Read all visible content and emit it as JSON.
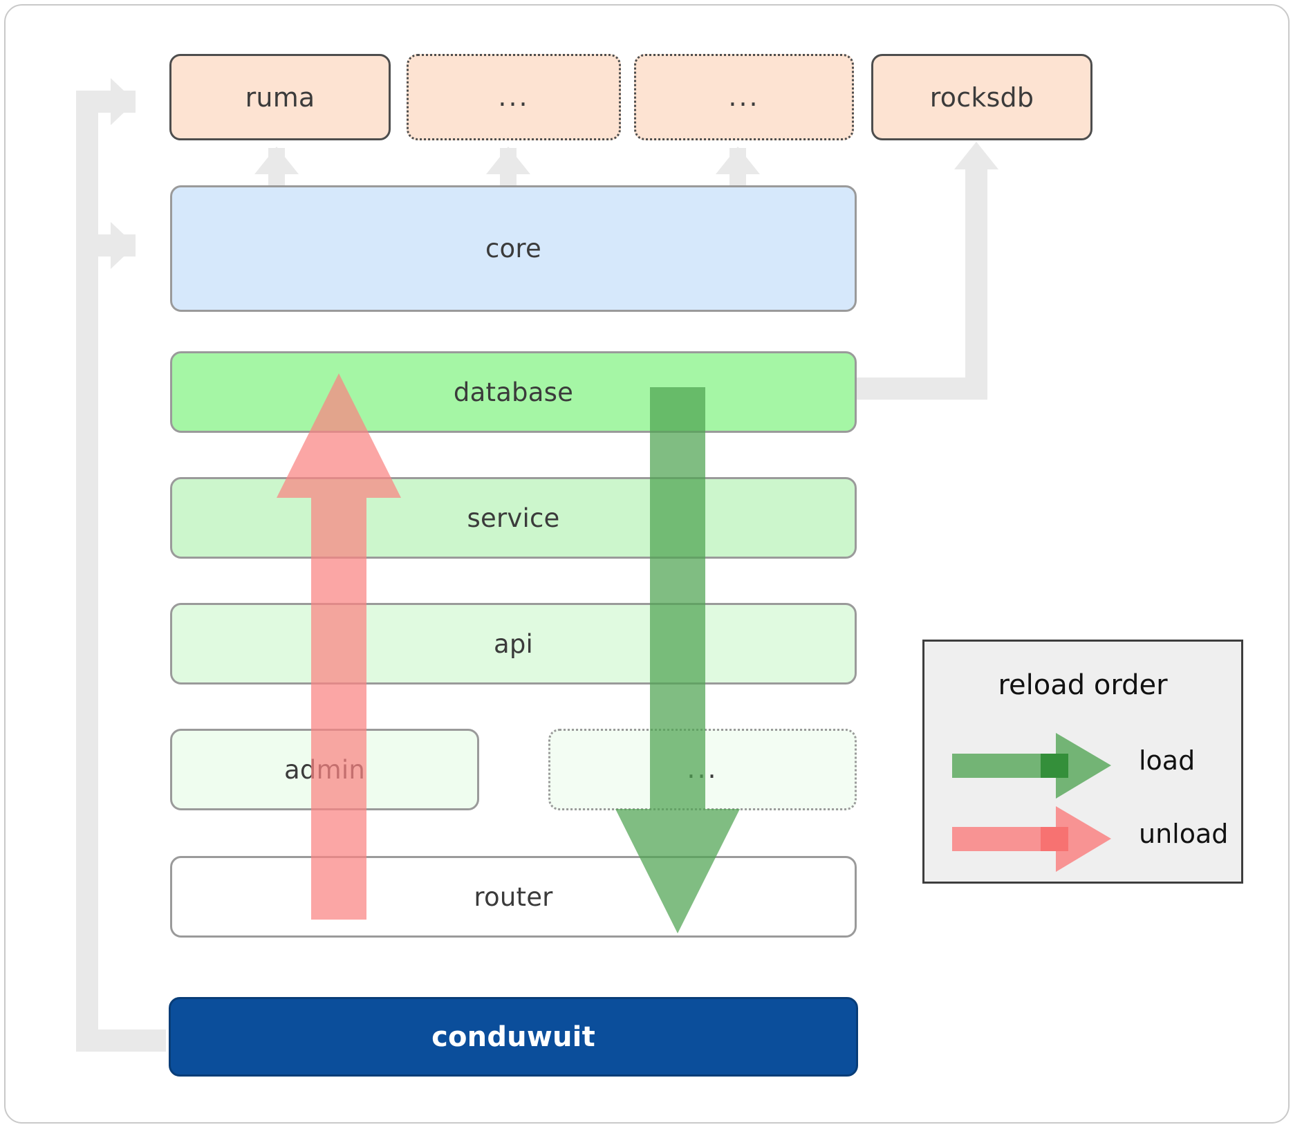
{
  "diagram": {
    "title": "conduwuit crate dependency and reload order diagram",
    "dependencies": [
      {
        "id": "ruma",
        "label": "ruma",
        "style": "solid"
      },
      {
        "id": "dep2",
        "label": "...",
        "style": "dotted"
      },
      {
        "id": "dep3",
        "label": "...",
        "style": "dotted"
      },
      {
        "id": "rocksdb",
        "label": "rocksdb",
        "style": "solid"
      }
    ],
    "layers": [
      {
        "id": "core",
        "label": "core",
        "style": "solid"
      },
      {
        "id": "database",
        "label": "database",
        "style": "solid"
      },
      {
        "id": "service",
        "label": "service",
        "style": "solid"
      },
      {
        "id": "api",
        "label": "api",
        "style": "solid"
      },
      {
        "id": "admin",
        "label": "admin",
        "style": "solid"
      },
      {
        "id": "more",
        "label": "...",
        "style": "dotted"
      },
      {
        "id": "router",
        "label": "router",
        "style": "solid"
      }
    ],
    "application": {
      "id": "conduwuit",
      "label": "conduwuit"
    },
    "legend": {
      "title": "reload order",
      "entries": [
        {
          "id": "load",
          "label": "load",
          "color": "#4fa352",
          "icon": "arrow-right-icon"
        },
        {
          "id": "unload",
          "label": "unload",
          "color": "#f98382",
          "icon": "arrow-right-icon"
        }
      ]
    },
    "flow_arrows": [
      {
        "id": "unload-arrow",
        "direction": "up",
        "color": "#f98382",
        "from": "router",
        "to": "database"
      },
      {
        "id": "load-arrow",
        "direction": "down",
        "color": "#4fa352",
        "from": "database",
        "to": "router"
      }
    ],
    "colors": {
      "dependency_fill": "#fde3d2",
      "core_fill": "#d6e8fb",
      "database_fill": "#a5f6a5",
      "service_fill": "#ccf6cc",
      "api_fill": "#e0fae0",
      "admin_fill": "#effdef",
      "more_fill": "#f3fdf3",
      "router_fill": "#ffffff",
      "app_fill": "#0b4e9b",
      "connector": "#e9e9e9",
      "legend_fill": "#efefef",
      "load": "#4fa352",
      "unload": "#f98382"
    }
  }
}
